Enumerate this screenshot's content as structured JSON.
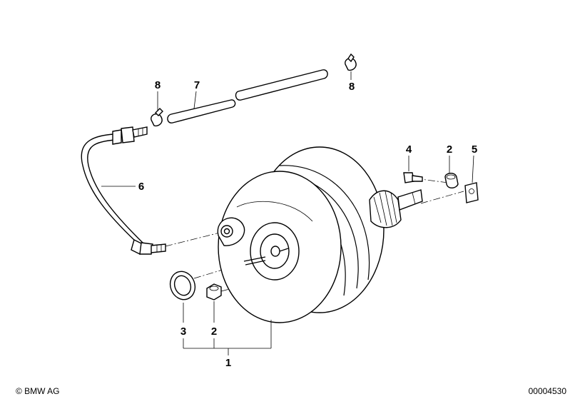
{
  "labels": {
    "booster": "1",
    "nut_left": "2",
    "nut_right": "2",
    "oring": "3",
    "bolt": "4",
    "clip": "5",
    "vacuum_line": "6",
    "hose": "7",
    "clamp_left": "8",
    "clamp_right": "8"
  },
  "footer": {
    "copyright": "© BMW AG",
    "part_number": "00004530"
  }
}
